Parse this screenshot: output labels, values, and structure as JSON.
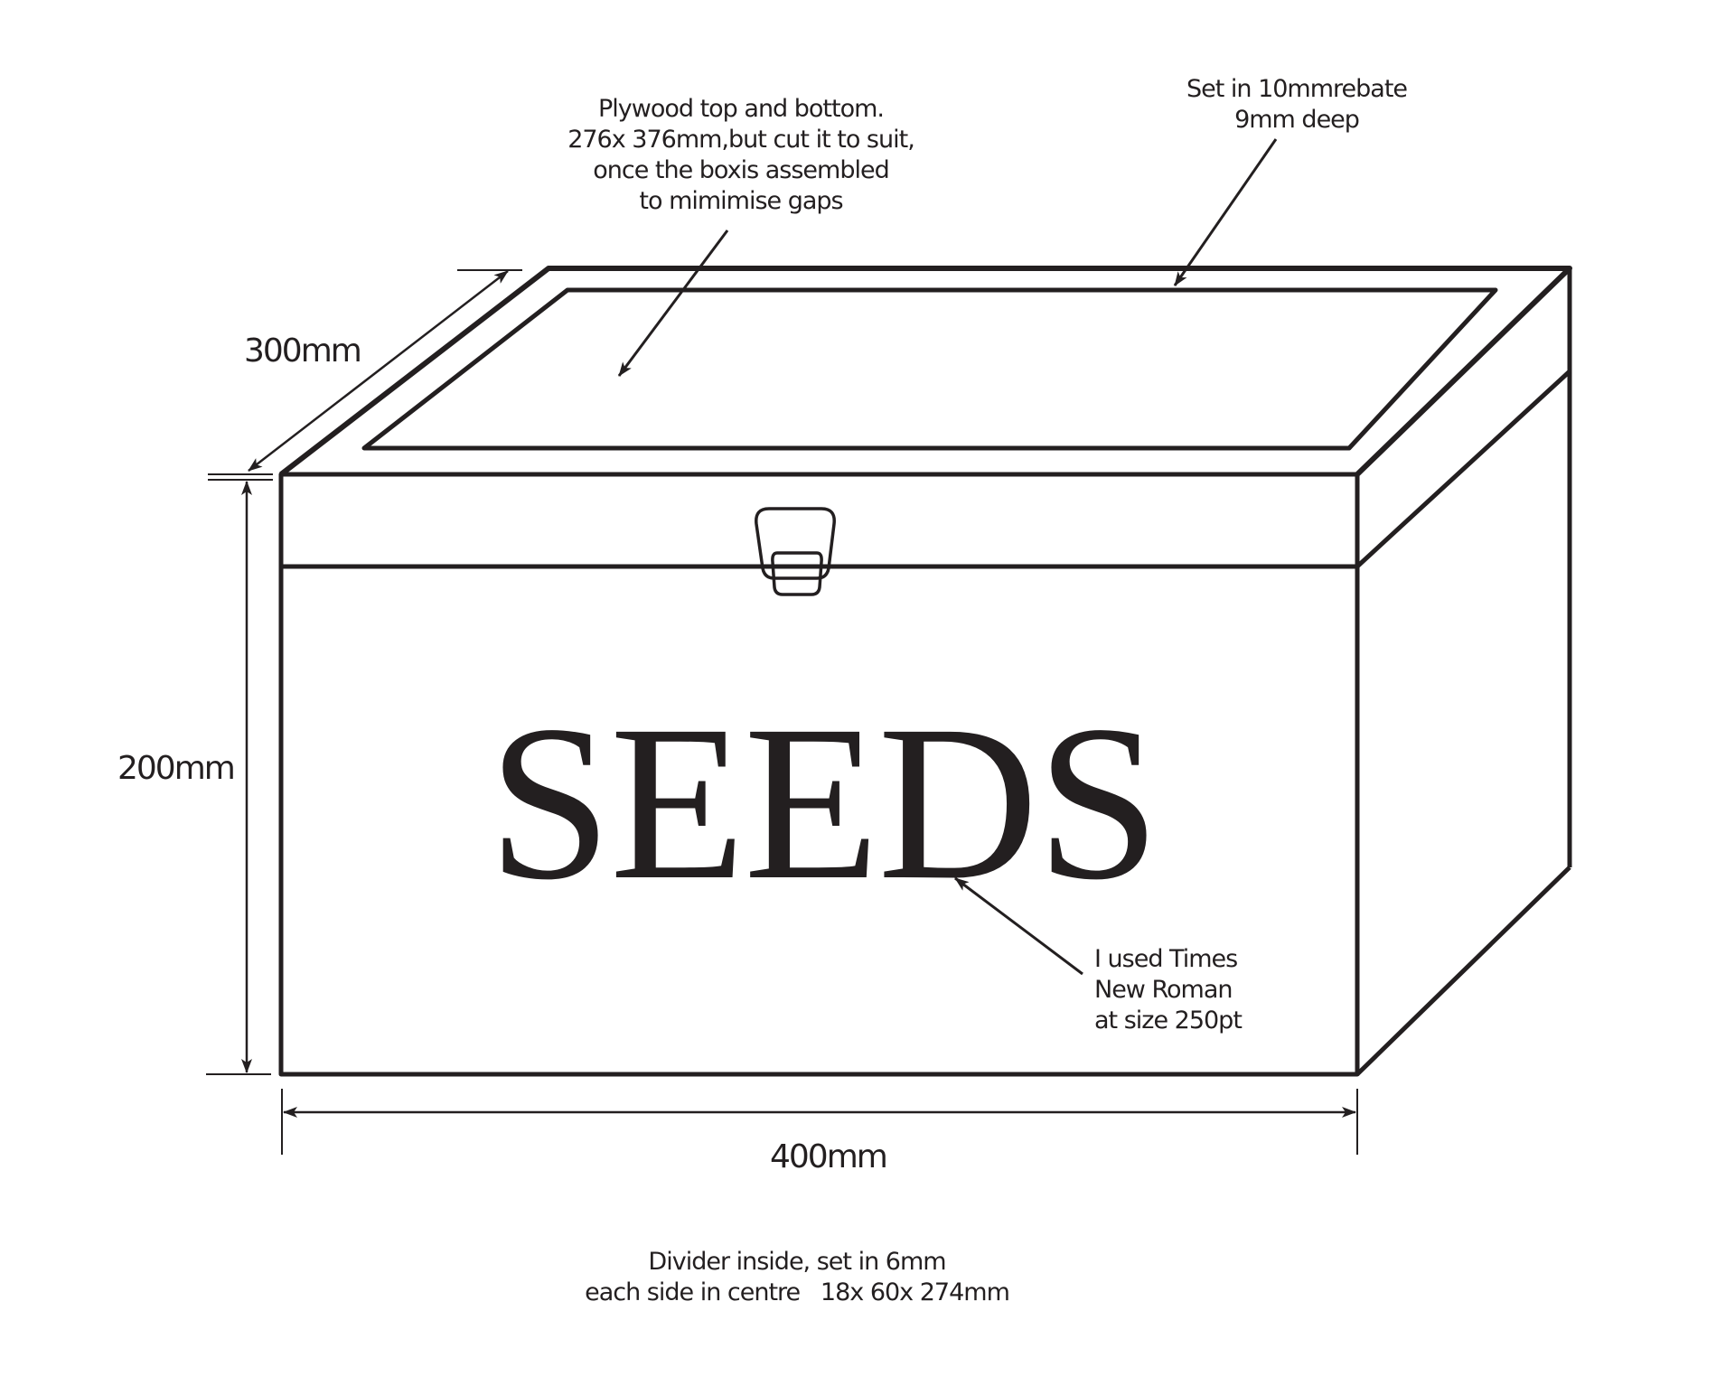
{
  "diagram": {
    "subject": "Seed storage box with hinged lid",
    "front_lettering": "SEEDS",
    "colors": {
      "line": "#231f20",
      "background": "#ffffff"
    }
  },
  "annotations": {
    "plywood": {
      "lines": [
        "Plywood top and bottom.",
        "276x 376mm,but cut it to suit,",
        "once the boxis assembled",
        "to mimimise gaps"
      ]
    },
    "rebate": {
      "lines": [
        "Set in 10mmrebate",
        "9mm deep"
      ]
    },
    "font_note": {
      "lines": [
        "I used Times",
        "New Roman",
        "at size 250pt"
      ]
    },
    "divider": {
      "lines": [
        "Divider inside, set in 6mm",
        "each side in centre   18x 60x 274mm"
      ]
    }
  },
  "dimensions": {
    "depth": "300mm",
    "height": "200mm",
    "width": "400mm"
  }
}
